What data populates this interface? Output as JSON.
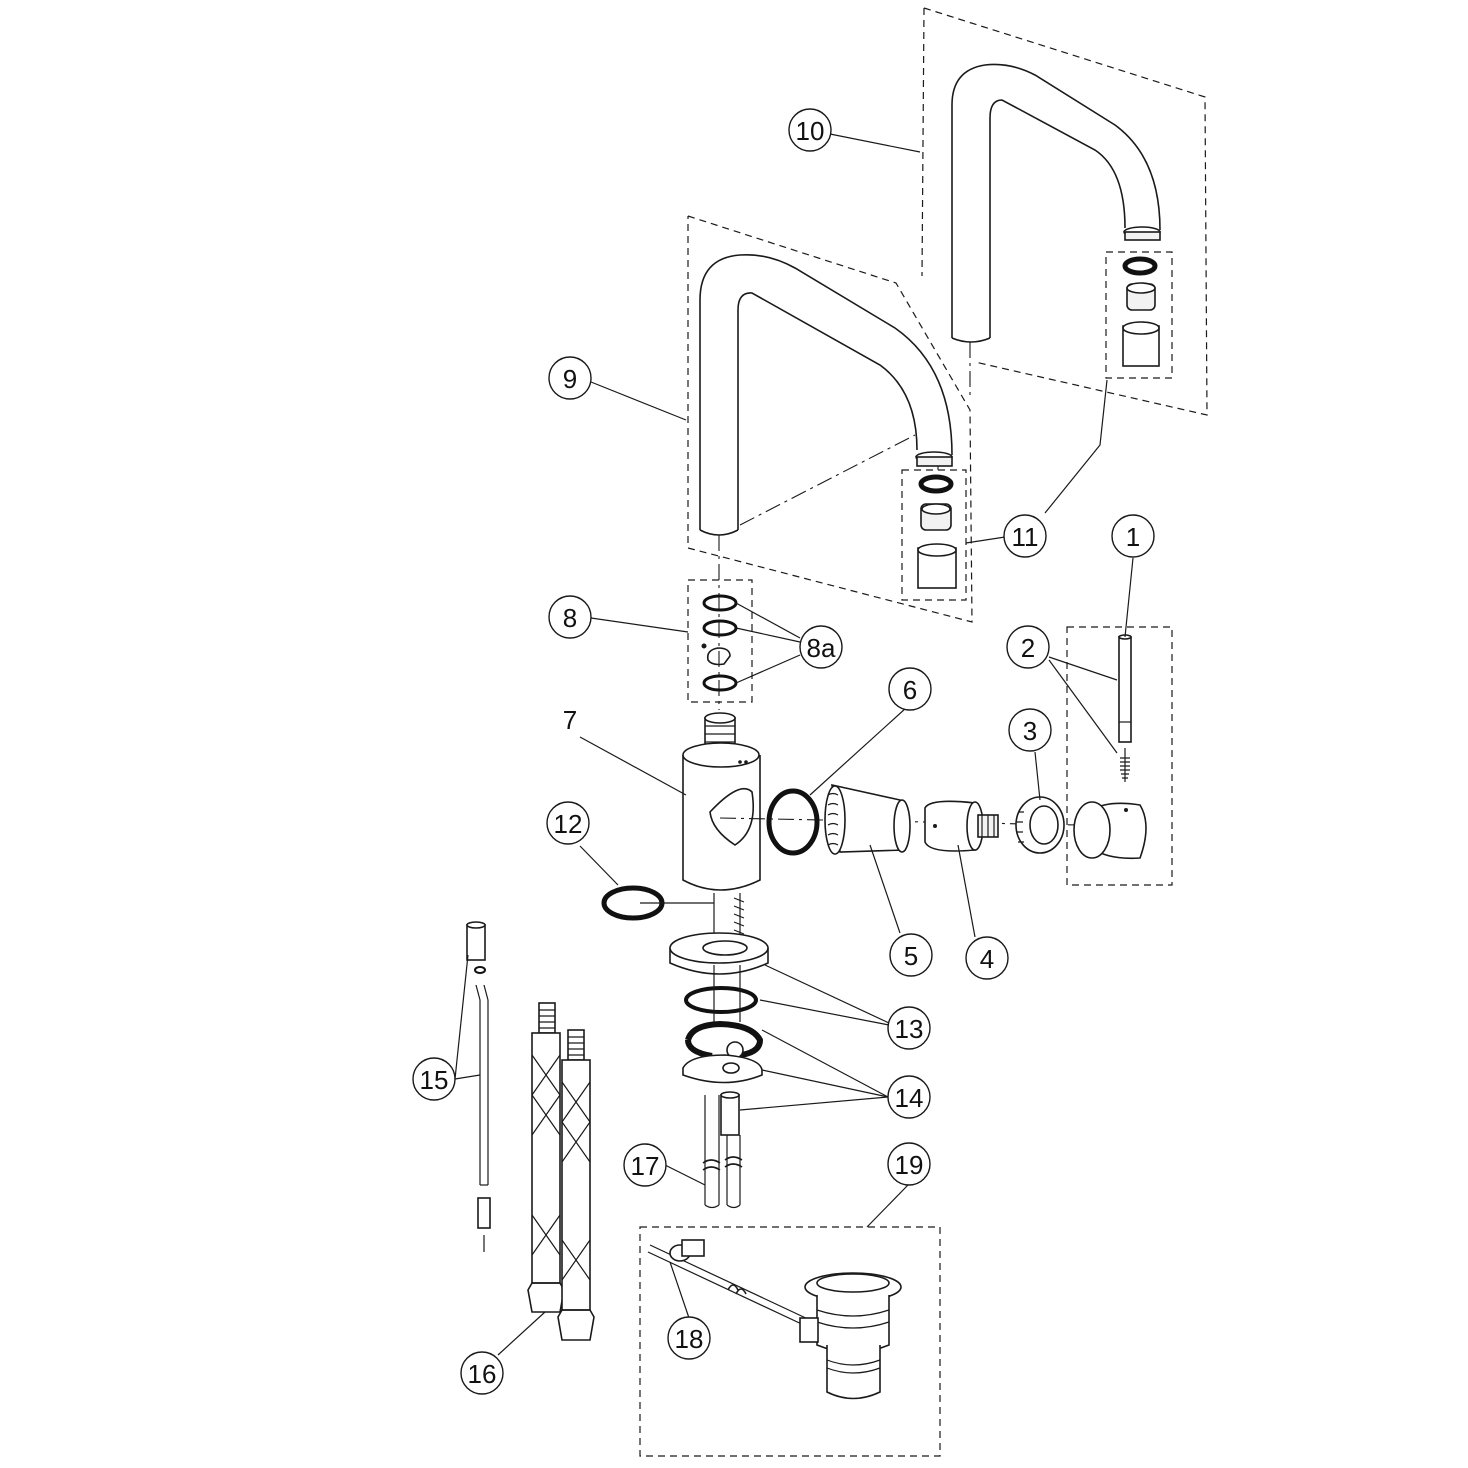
{
  "callouts": {
    "c1": "1",
    "c2": "2",
    "c3": "3",
    "c4": "4",
    "c5": "5",
    "c6": "6",
    "c7": "7",
    "c8": "8",
    "c8a": "8a",
    "c9": "9",
    "c10": "10",
    "c11": "11",
    "c12": "12",
    "c13": "13",
    "c14": "14",
    "c15": "15",
    "c16": "16",
    "c17": "17",
    "c18": "18",
    "c19": "19"
  }
}
